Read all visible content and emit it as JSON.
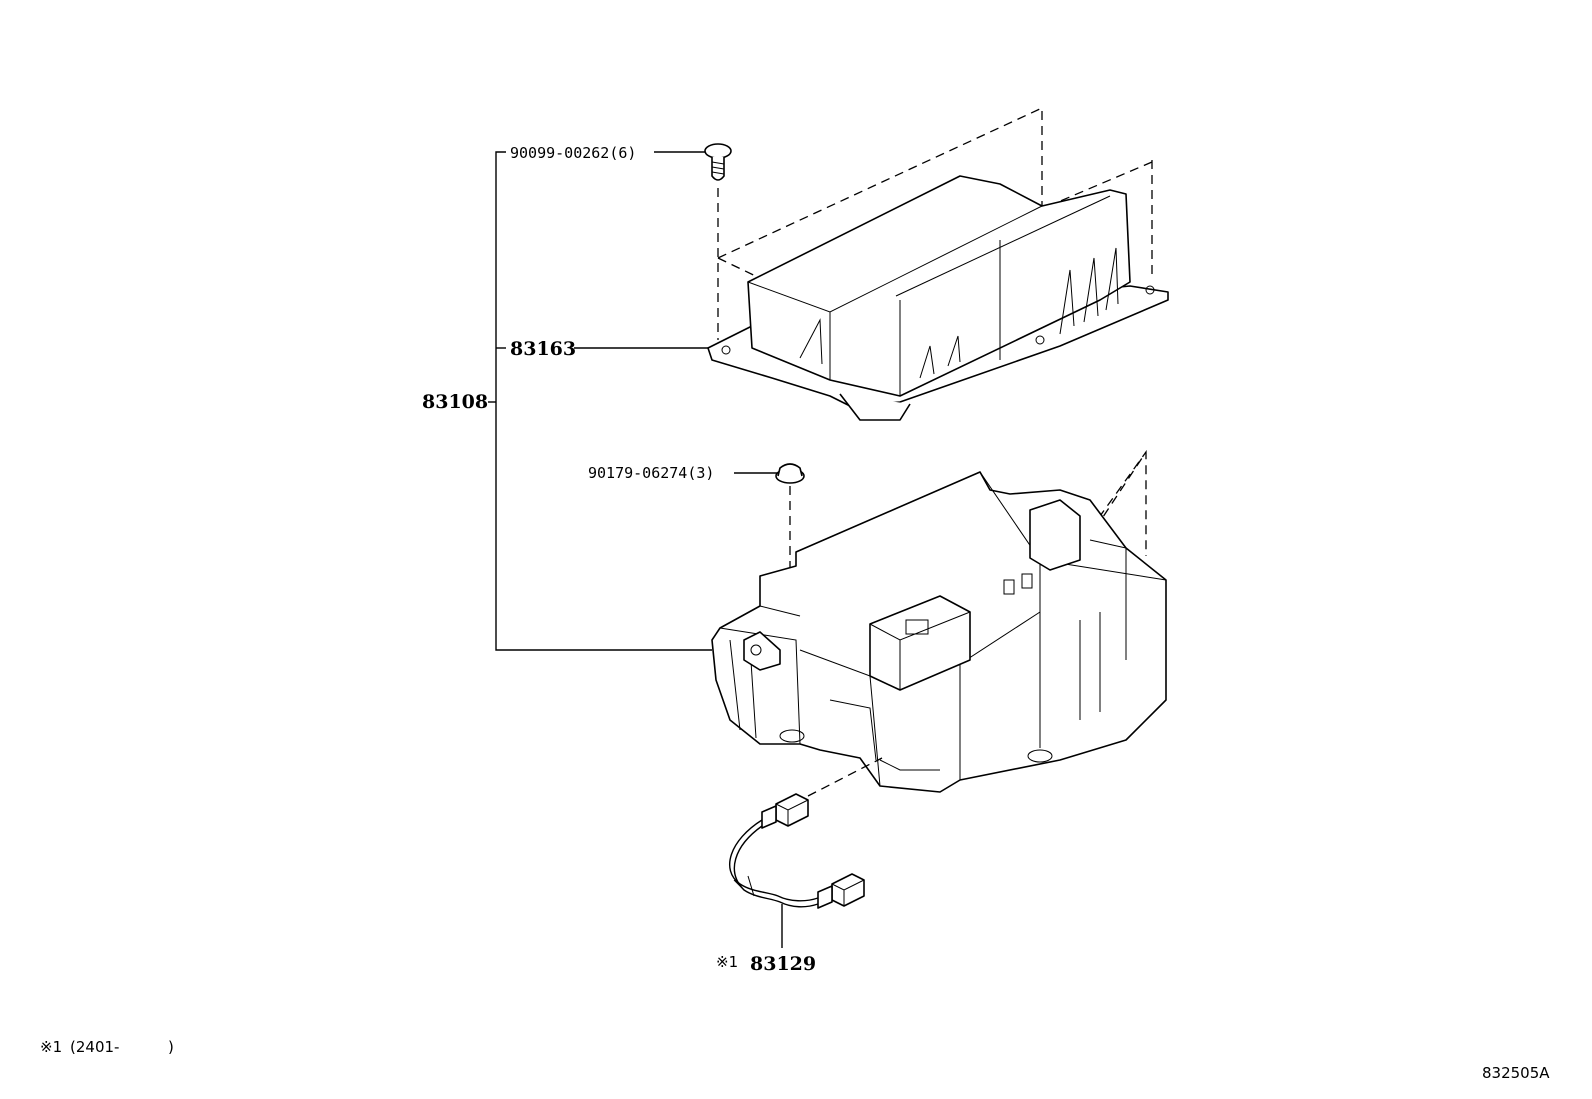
{
  "labels": {
    "screw": "90099-00262(6)",
    "cover": "83163",
    "assembly": "83108",
    "clip": "90179-06274(3)",
    "harness_marker": "※1",
    "harness": "83129"
  },
  "footnote": {
    "marker": "※1",
    "range": "(2401-",
    "close": ")"
  },
  "illustration_code": "832505A"
}
